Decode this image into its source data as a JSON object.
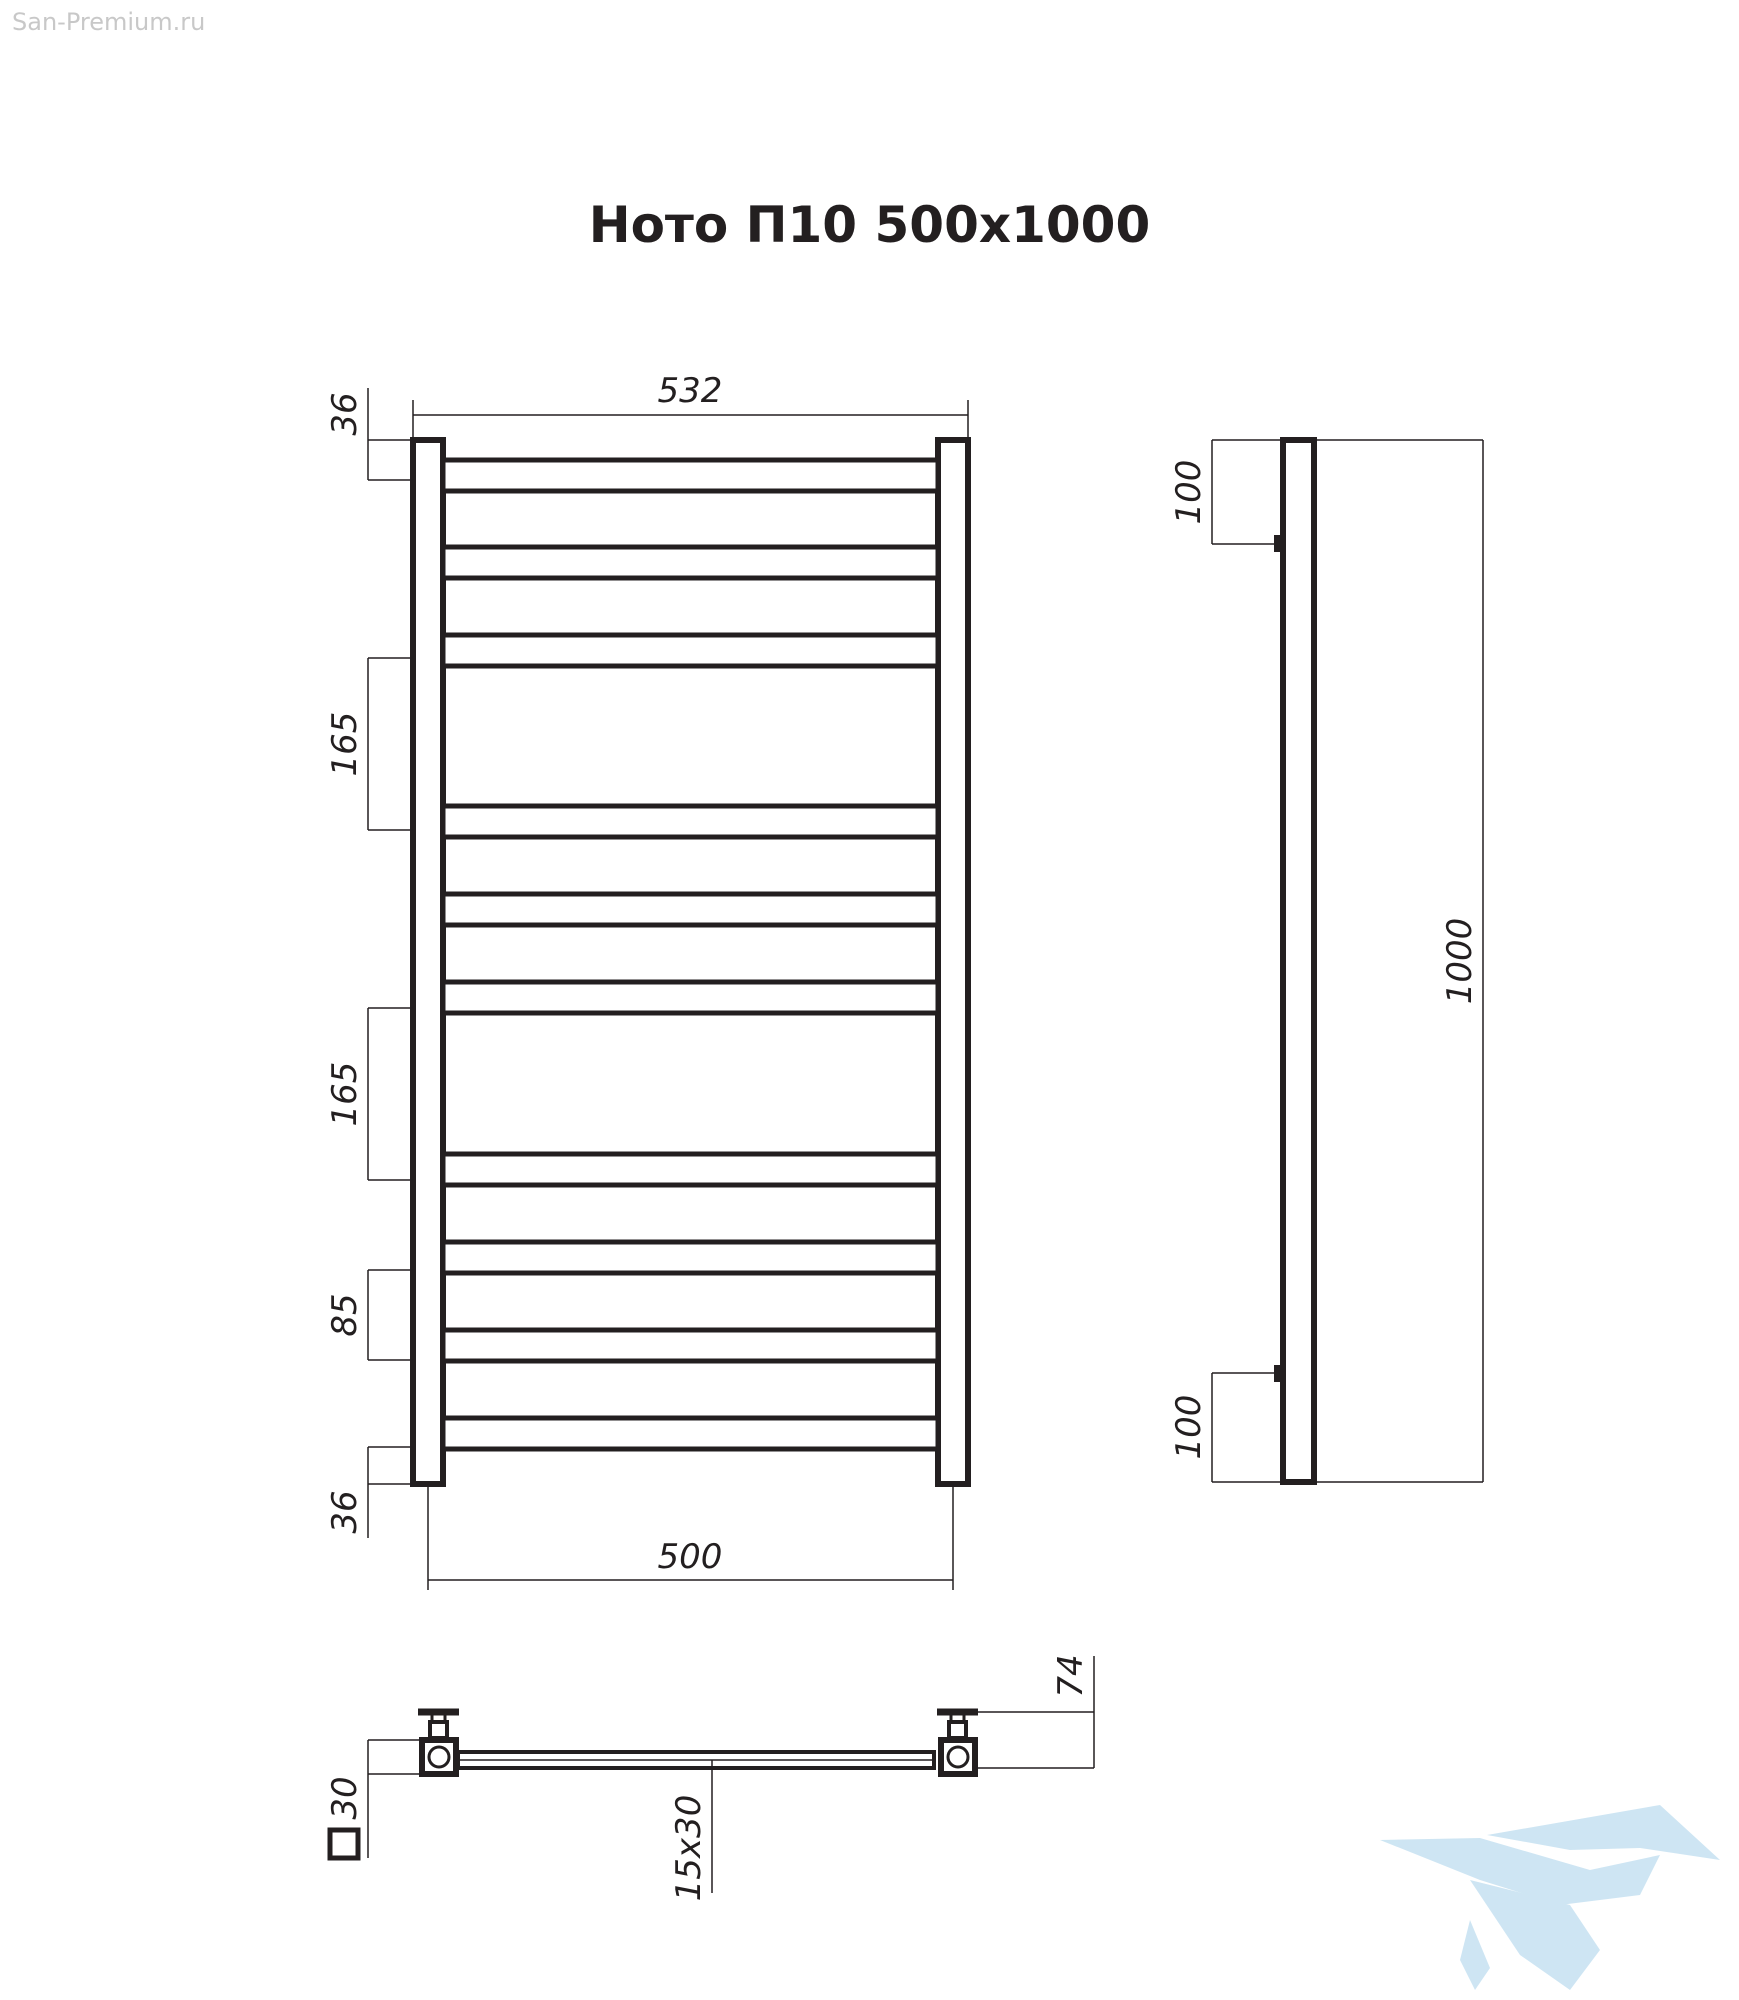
{
  "watermark": "San-Premium.ru",
  "title": "Ното П10 500x1000",
  "dims": {
    "top_width": "532",
    "bottom_width": "500",
    "top_offset": "36",
    "gap_upper": "165",
    "gap_middle": "165",
    "gap_lower": "85",
    "bottom_offset": "36",
    "side_top": "100",
    "side_bottom": "100",
    "side_height": "1000",
    "depth": "74",
    "profile_square": "30",
    "rung_section": "15x30"
  },
  "colors": {
    "line": "#231f20",
    "logo": "#c9e3f2"
  },
  "icons": {
    "profile": "square-profile-icon",
    "logo": "bathtub-logo-icon"
  }
}
